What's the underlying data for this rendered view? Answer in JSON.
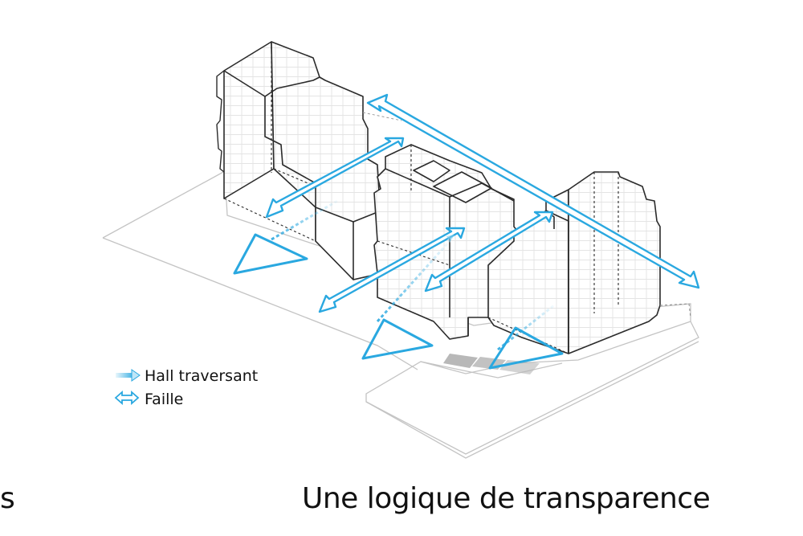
{
  "diagram": {
    "accent_color": "#2aa8e0",
    "line_color": "#2b2b2b",
    "ground_color": "#bdbdbd"
  },
  "legend": {
    "items": [
      {
        "label": "Hall traversant",
        "icon": "gradient-arrow-icon"
      },
      {
        "label": "Faille",
        "icon": "double-arrow-icon"
      }
    ]
  },
  "captions": {
    "left_fragment": "s",
    "main": "Une logique de transparence"
  }
}
